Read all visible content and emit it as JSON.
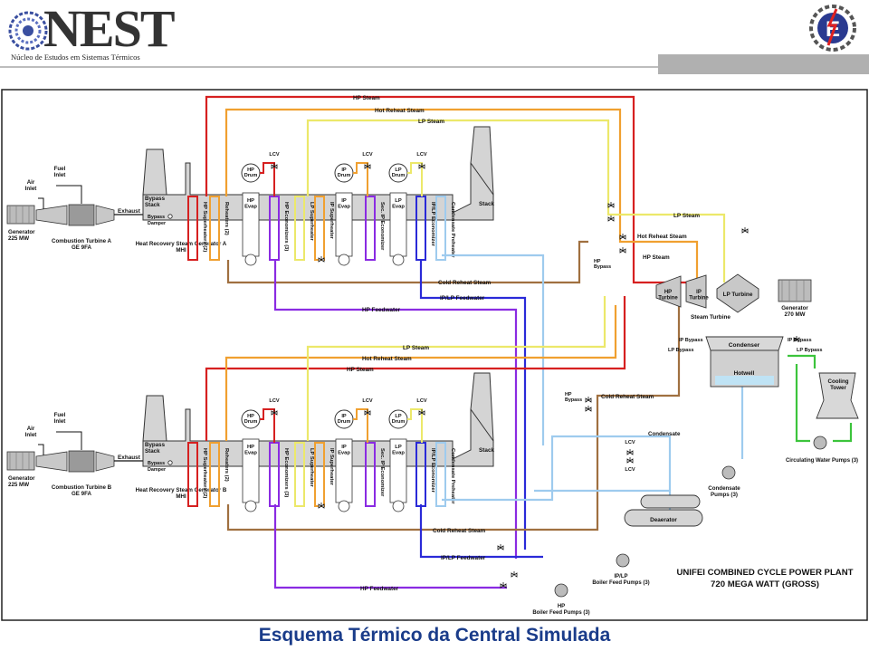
{
  "header": {
    "logo_name": "NEST",
    "logo_subtitle": "Núcleo de Estudos em Sistemas Térmicos",
    "right_logo_letter": "E"
  },
  "caption": "Esquema Térmico da Central Simulada",
  "colors": {
    "hp_steam": "#d62020",
    "hot_reheat": "#f0a030",
    "lp_steam": "#ece86a",
    "cold_reheat": "#a07040",
    "feedwater": "#8a2be2",
    "ip_lp_feedwater": "#2a2ad8",
    "condensate": "#9ecbee",
    "cooling": "#3cc43c",
    "hrsg_fill": "#d4d4d4"
  },
  "labels": {
    "hp_steam": "HP Steam",
    "hot_reheat_steam": "Hot Reheat Steam",
    "lp_steam": "LP Steam",
    "cold_reheat_steam": "Cold Reheat Steam",
    "ip_lp_feedwater": "IP/LP Feedwater",
    "hp_feedwater": "HP Feedwater",
    "lcv": "LCV",
    "hp_drum": "HP\nDrum",
    "ip_drum": "IP\nDrum",
    "lp_drum": "LP\nDrum",
    "hp_evap": "HP\nEvap",
    "ip_evap": "IP\nEvap",
    "lp_evap": "LP\nEvap",
    "hp_superheaters": "HP Superheaters (2)",
    "reheaters": "Reheaters (2)",
    "hp_economizers": "HP Economizers (3)",
    "lp_superheater": "LP Superheater",
    "ip_superheater": "IP Superheater",
    "sec_ip_economizer": "Sec. IP Economizer",
    "ip_lp_economizer": "IP/LP Economizer",
    "condensate_preheater": "Condensate Preheater",
    "stack": "Stack",
    "bypass_stack": "Bypass\nStack",
    "bypass_damper": "Bypass\nDamper",
    "exhaust": "Exhaust",
    "air_inlet": "Air\nInlet",
    "fuel_inlet": "Fuel\nInlet",
    "generator_225": "Generator\n225 MW",
    "ct_a": "Combustion Turbine A\nGE 9FA",
    "ct_b": "Combustion Turbine B\nGE 9FA",
    "hrsg_a": "Heat Recovery Steam Generator A\nMHI",
    "hrsg_b": "Heat Recovery Steam Generator B\nMHI",
    "hp_bypass": "HP\nBypass",
    "ip_bypass": "IP Bypass",
    "lp_bypass": "LP Bypass",
    "hp_turbine": "HP\nTurbine",
    "ip_turbine": "IP\nTurbine",
    "lp_turbine": "LP Turbine",
    "steam_turbine": "Steam Turbine",
    "generator_270": "Generator\n270 MW",
    "condenser": "Condenser",
    "hotwell": "Hotwell",
    "cooling_tower": "Cooling\nTower",
    "circulating_pumps": "Circulating Water Pumps (3)",
    "condensate": "Condensate",
    "condensate_pumps": "Condensate\nPumps (3)",
    "deaerator": "Deaerator",
    "ip_lp_bfp": "IP/LP\nBoiler Feed Pumps (3)",
    "hp_bfp": "HP\nBoiler Feed Pumps (3)",
    "plant_title_1": "UNIFEI COMBINED CYCLE POWER PLANT",
    "plant_title_2": "720 MEGA WATT (GROSS)"
  }
}
